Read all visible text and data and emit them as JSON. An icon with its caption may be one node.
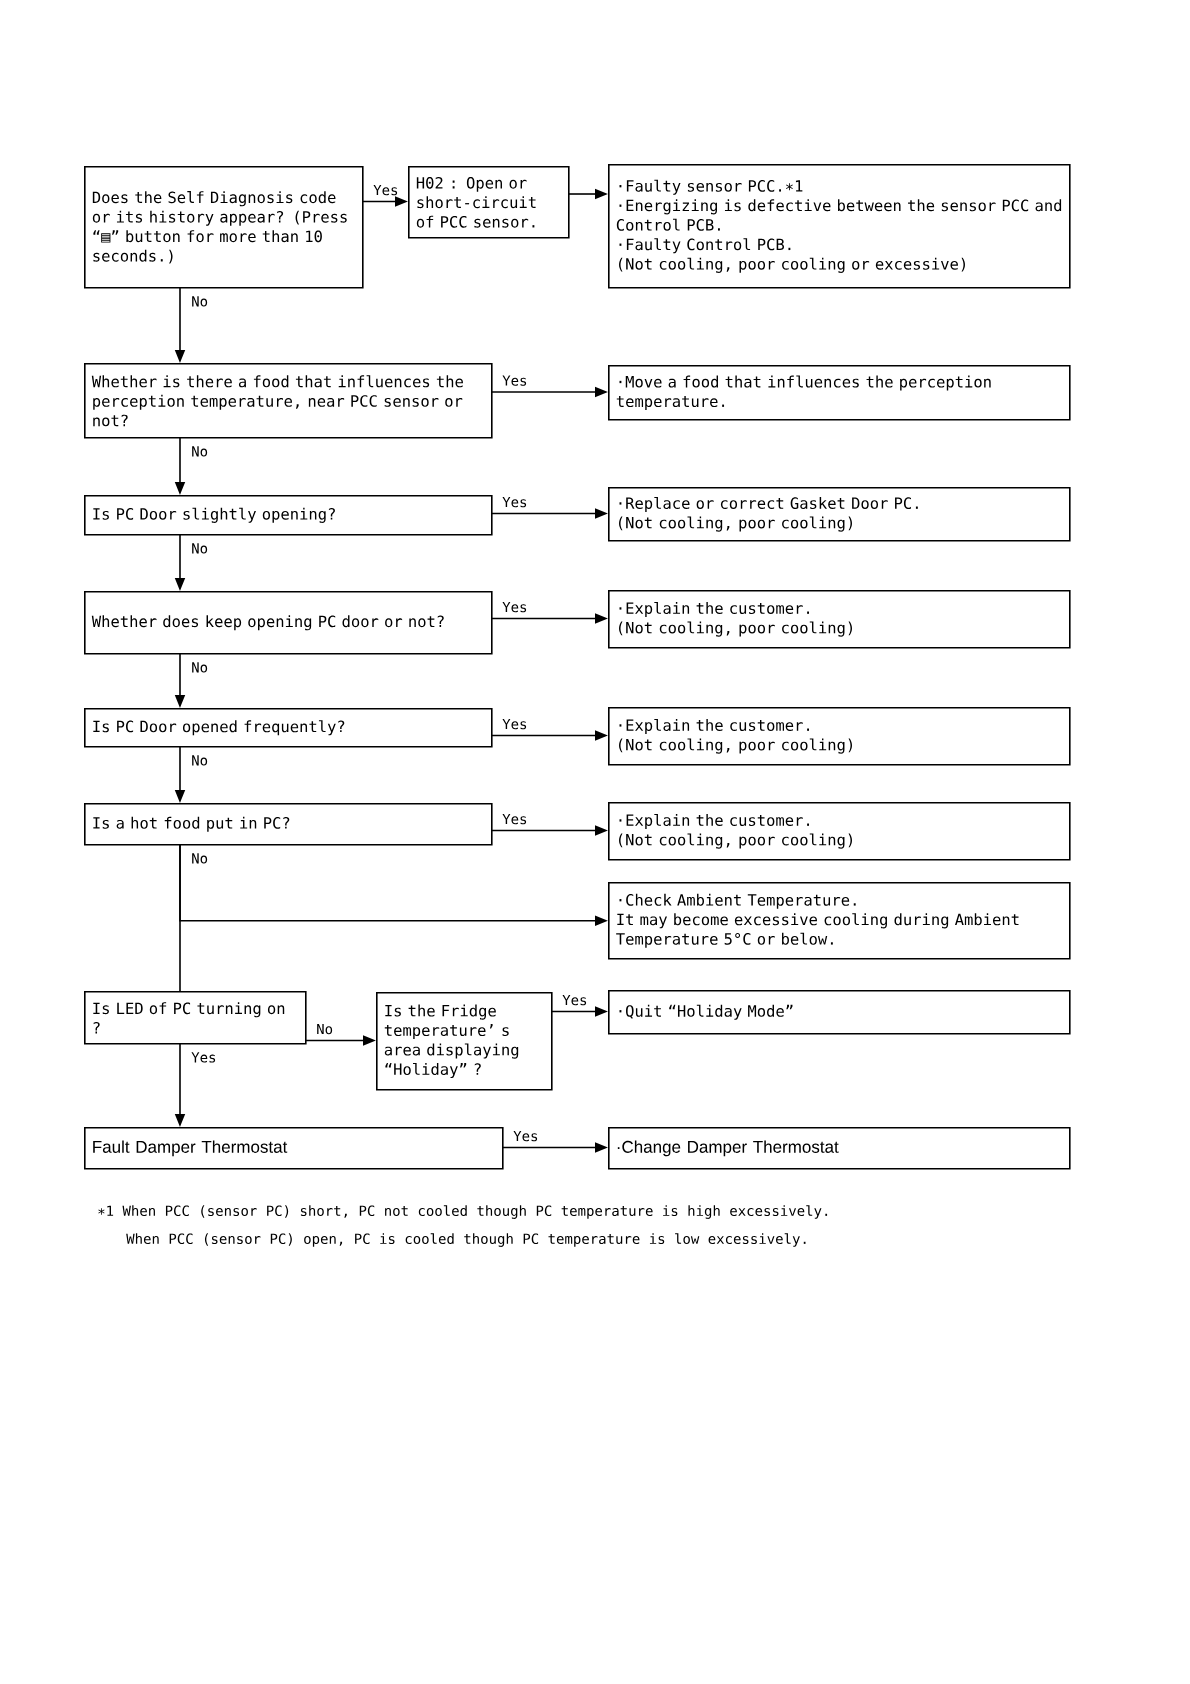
{
  "diagram": {
    "nodes": [
      {
        "text": [
          "Does the Self Diagnosis code or its history appear? (Press “▤” button for more than 10 seconds.)"
        ]
      },
      {
        "text": [
          "H02 : Open or short-circuit of PCC sensor."
        ]
      },
      {
        "text": [
          "·Faulty sensor PCC.∗1",
          "·Energizing is defective between the sensor PCC and Control PCB.",
          "·Faulty Control PCB.",
          "(Not cooling, poor cooling or excessive)"
        ]
      },
      {
        "text": [
          "Whether is there a food that influences the perception temperature, near PCC sensor or not?"
        ]
      },
      {
        "text": [
          "·Move a food that influences the perception temperature."
        ]
      },
      {
        "text": [
          "Is PC Door slightly opening?"
        ]
      },
      {
        "text": [
          "·Replace or correct Gasket Door PC.",
          "(Not cooling, poor cooling)"
        ]
      },
      {
        "text": [
          "Whether does keep opening PC door or not?"
        ]
      },
      {
        "text": [
          "·Explain the customer.",
          "(Not cooling, poor cooling)"
        ]
      },
      {
        "text": [
          "Is PC Door opened frequently?"
        ]
      },
      {
        "text": [
          "·Explain the customer.",
          "(Not cooling, poor cooling)"
        ]
      },
      {
        "text": [
          "Is a hot food put in PC?"
        ]
      },
      {
        "text": [
          "·Explain the customer.",
          "(Not cooling, poor cooling)"
        ]
      },
      {
        "text": [
          "·Check Ambient Temperature.",
          "It may become excessive cooling during Ambient Temperature 5°C or below."
        ]
      },
      {
        "text": [
          "Is LED of PC turning on ?"
        ]
      },
      {
        "text": [
          "Is the Fridge temperature’ s area displaying “Holiday” ?"
        ]
      },
      {
        "text": [
          "·Quit “Holiday Mode”"
        ]
      },
      {
        "text": [
          "Fault Damper Thermostat"
        ]
      },
      {
        "text": [
          "·Change Damper Thermostat"
        ]
      }
    ],
    "edges": [
      {
        "from": 0,
        "to": 1,
        "arrow": "to",
        "label": "Yes"
      },
      {
        "from": 1,
        "to": 2,
        "arrow": "to"
      },
      {
        "from": 0,
        "to": 3,
        "arrow": "to",
        "label": "No"
      },
      {
        "from": 3,
        "to": 4,
        "arrow": "to",
        "label": "Yes"
      },
      {
        "from": 3,
        "to": 5,
        "arrow": "to",
        "label": "No"
      },
      {
        "from": 5,
        "to": 6,
        "arrow": "to",
        "label": "Yes"
      },
      {
        "from": 5,
        "to": 7,
        "arrow": "to",
        "label": "No"
      },
      {
        "from": 7,
        "to": 8,
        "arrow": "to",
        "label": "Yes"
      },
      {
        "from": 7,
        "to": 9,
        "arrow": "to",
        "label": "No"
      },
      {
        "from": 9,
        "to": 10,
        "arrow": "to",
        "label": "Yes"
      },
      {
        "from": 9,
        "to": 11,
        "arrow": "to",
        "label": "No"
      },
      {
        "from": 11,
        "to": 12,
        "arrow": "to",
        "label": "Yes"
      },
      {
        "from": 11,
        "to": 14,
        "arrow": "none",
        "label": "No"
      },
      {
        "from": 11,
        "to": 13,
        "arrow": "to"
      },
      {
        "from": 14,
        "to": 15,
        "arrow": "to",
        "label": "No"
      },
      {
        "from": 15,
        "to": 16,
        "arrow": "to",
        "label": "Yes"
      },
      {
        "from": 14,
        "to": 17,
        "arrow": "to",
        "label": "Yes"
      },
      {
        "from": 17,
        "to": 18,
        "arrow": "to",
        "label": "Yes"
      }
    ],
    "labels": [
      "∗1 When PCC (sensor PC) short, PC not cooled though PC temperature is high excessively.",
      "When PCC (sensor PC) open, PC is cooled though PC temperature is low excessively."
    ]
  }
}
